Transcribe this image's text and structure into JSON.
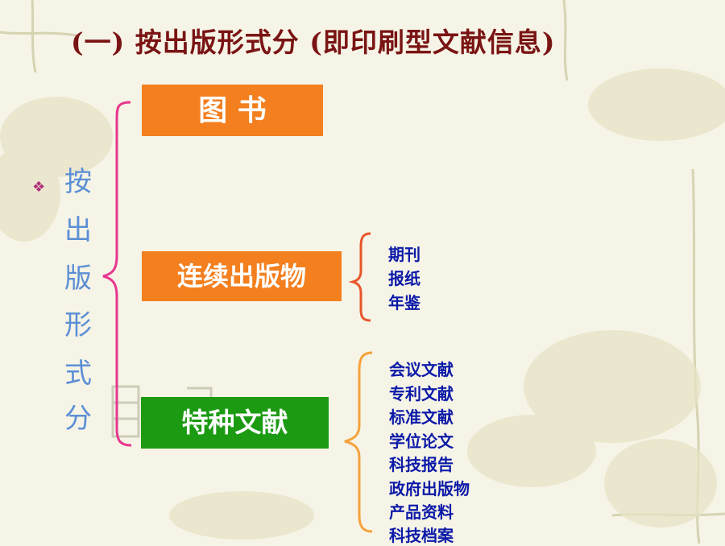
{
  "title": "(一) 按出版形式分 (即印刷型文献信息)",
  "bullet_glyph": "❖",
  "side_chars": [
    "按",
    "出",
    "版",
    "形",
    "式",
    "分"
  ],
  "boxes": {
    "book": "图  书",
    "serial": "连续出版物",
    "special": "特种文献"
  },
  "serial_items": [
    "期刊",
    "报纸",
    "年鉴"
  ],
  "special_items": [
    "会议文献",
    "专利文献",
    "标准文献",
    "学位论文",
    "科技报告",
    "政府出版物",
    "产品资料",
    "科技档案"
  ],
  "colors": {
    "title": "#7a1414",
    "brace_main": "#e8368f",
    "brace_serial": "#e8552a",
    "brace_special": "#f4a23c",
    "box_orange": "#f37f1e",
    "box_green": "#1b9a12",
    "side_text": "#5b8fd6",
    "sub_text": "#0c1aa8"
  }
}
